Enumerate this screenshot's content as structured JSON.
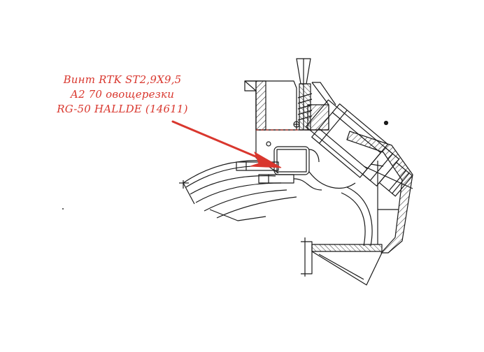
{
  "callout": {
    "lines": [
      "Винт RTK ST2,9X9,5",
      "A2 70 овощерезки",
      "RG-50 HALLDE (14611)"
    ]
  },
  "colors": {
    "annotation": "#d9372e",
    "drawing": "#1a1a1a",
    "background": "#ffffff"
  }
}
